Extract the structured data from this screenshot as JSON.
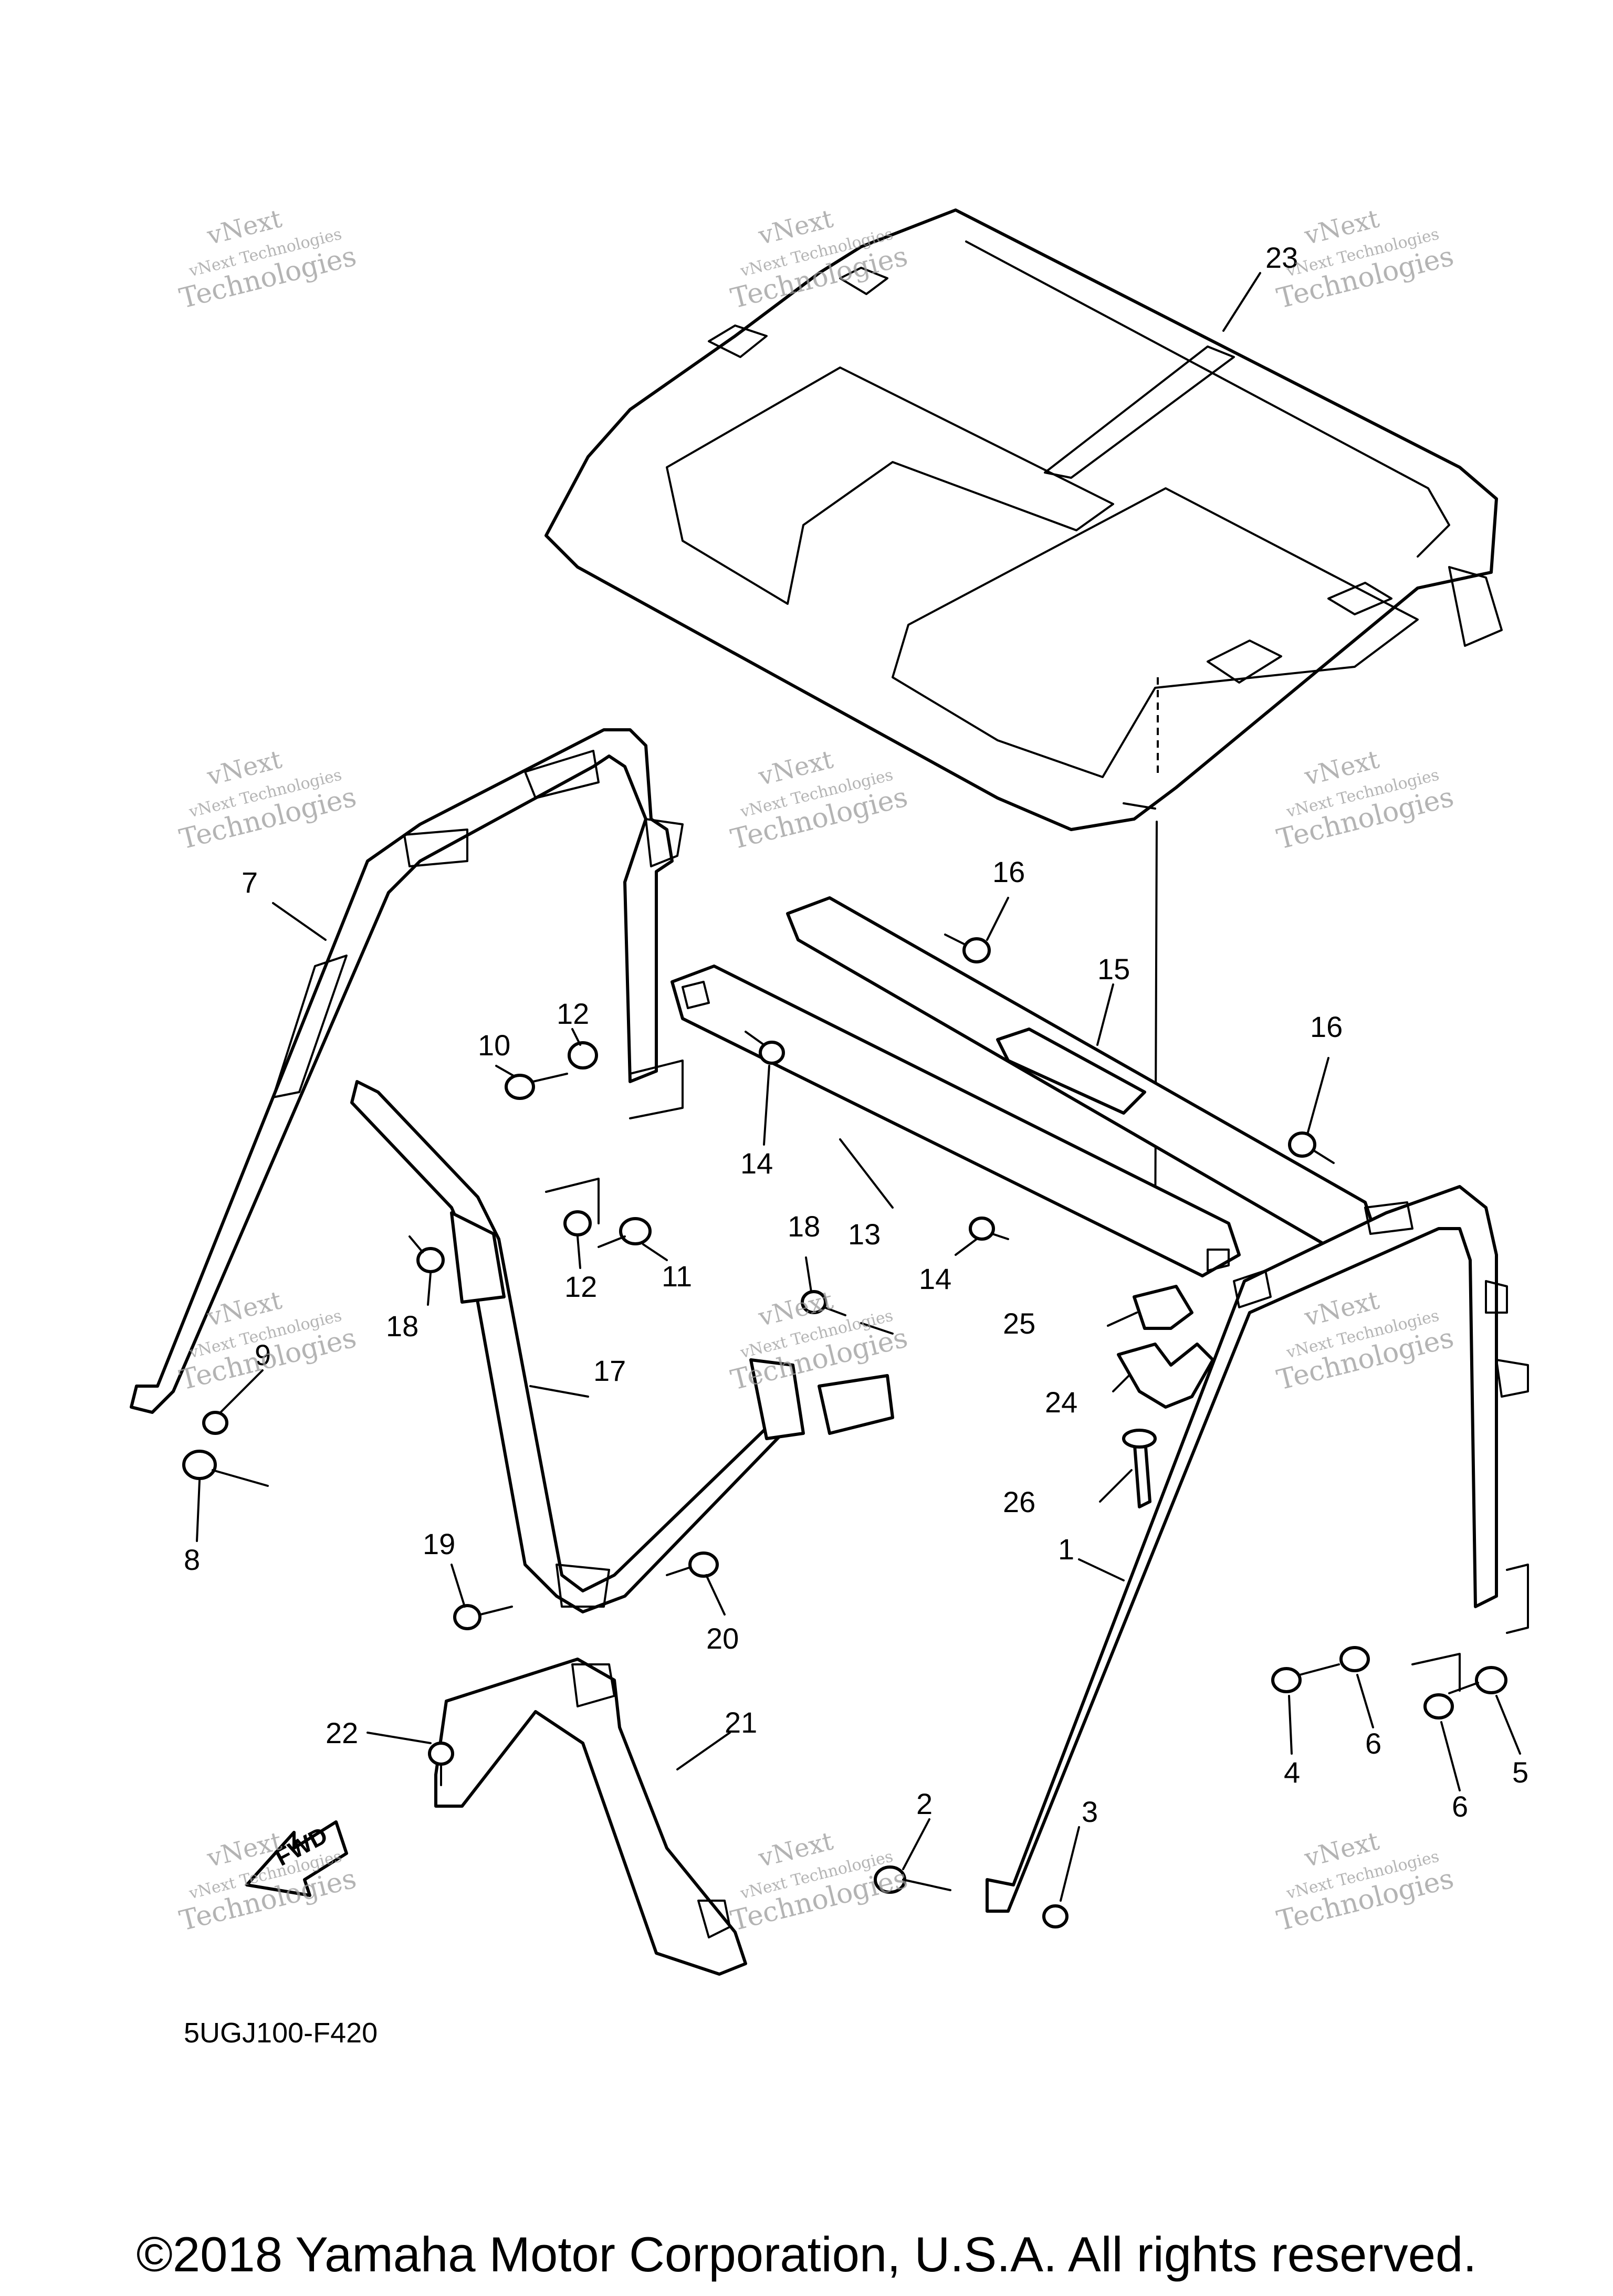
{
  "diagram_code": "5UGJ100-F420",
  "copyright": "©2018 Yamaha Motor Corporation, U.S.A. All rights reserved.",
  "fwd_label": "FWD",
  "watermark": {
    "line1": "vNext",
    "line2": "vNext Technologies",
    "line3": "Technologies"
  },
  "callouts": [
    "1",
    "2",
    "3",
    "4",
    "5",
    "6",
    "6",
    "7",
    "8",
    "9",
    "10",
    "11",
    "12",
    "12",
    "13",
    "14",
    "14",
    "15",
    "16",
    "16",
    "17",
    "18",
    "18",
    "19",
    "20",
    "21",
    "22",
    "23",
    "24",
    "25",
    "26"
  ]
}
